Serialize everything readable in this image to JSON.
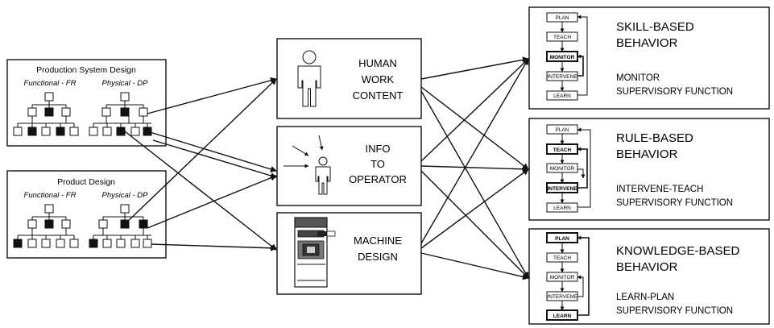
{
  "design_boxes": {
    "production": {
      "title": "Production System Design",
      "functional": "Functional - FR",
      "physical": "Physical - DP"
    },
    "product": {
      "title": "Product Design",
      "functional": "Functional - FR",
      "physical": "Physical - DP"
    }
  },
  "middle": {
    "human": [
      "HUMAN",
      "WORK",
      "CONTENT"
    ],
    "info": [
      "INFO",
      "TO",
      "OPERATOR"
    ],
    "machine": [
      "MACHINE",
      "DESIGN"
    ]
  },
  "behaviors": [
    {
      "title": [
        "SKILL-BASED",
        "BEHAVIOR"
      ],
      "function": [
        "MONITOR",
        "SUPERVISORY FUNCTION"
      ],
      "bold_steps": [
        "MONITOR"
      ]
    },
    {
      "title": [
        "RULE-BASED",
        "BEHAVIOR"
      ],
      "function": [
        "INTERVENE-TEACH",
        "SUPERVISORY FUNCTION"
      ],
      "bold_steps": [
        "TEACH",
        "INTERVENE"
      ]
    },
    {
      "title": [
        "KNOWLEDGE-BASED",
        "BEHAVIOR"
      ],
      "function": [
        "LEARN-PLAN",
        "SUPERVISORY FUNCTION"
      ],
      "bold_steps": [
        "PLAN",
        "LEARN"
      ]
    }
  ],
  "steps": [
    "PLAN",
    "TEACH",
    "MONITOR",
    "INTERVENE",
    "LEARN"
  ]
}
